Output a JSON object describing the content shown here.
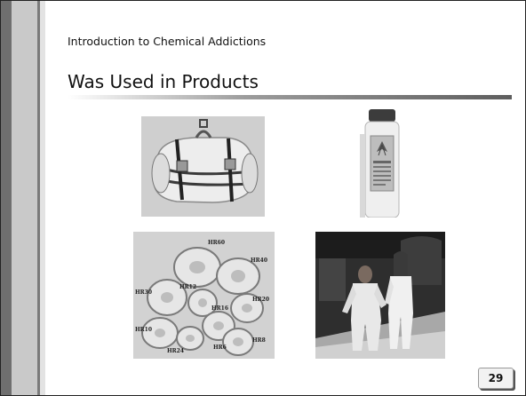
{
  "slide": {
    "subtitle": "Introduction to Chemical Addictions",
    "title": "Was Used in Products",
    "page_number": "29"
  },
  "images": {
    "bag": "hemp-duffel-bag-photo",
    "bottle": "hemp-lotion-bottle-photo",
    "rope": "hemp-rope-coils-photo",
    "clothes": "hemp-clothing-models-photo"
  },
  "rope_labels": [
    "HR60",
    "HR40",
    "HR30",
    "HR12",
    "HR20",
    "HR16",
    "HR10",
    "HR24",
    "HR6",
    "HR8"
  ],
  "colors": {
    "band_dark": "#6f6f6f",
    "band_light": "#c9c9c9",
    "rule_dark": "#5e5e5e"
  }
}
